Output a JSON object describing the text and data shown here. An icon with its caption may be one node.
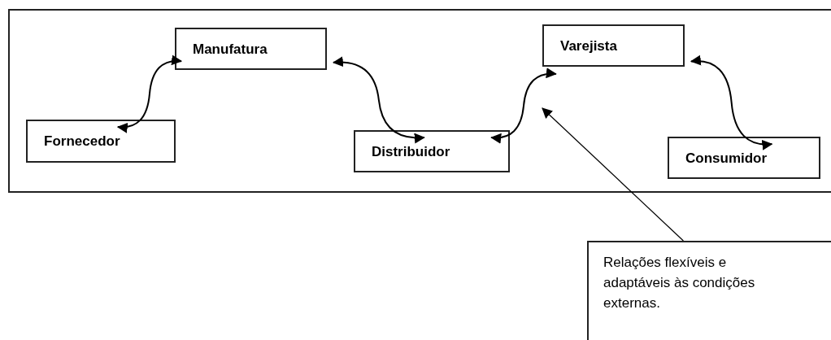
{
  "diagram": {
    "nodes": [
      {
        "text": [],
        "shape": "box"
      },
      {
        "text": [
          "Manufatura"
        ],
        "in": 0
      },
      {
        "text": [
          "Varejista"
        ],
        "in": 0
      },
      {
        "text": [
          "Fornecedor"
        ],
        "in": 0
      },
      {
        "text": [
          "Distribuidor"
        ],
        "in": 0
      },
      {
        "text": [
          "Consumidor"
        ],
        "in": 0
      },
      {
        "text": [
          "Relações flexíveis e adaptáveis às condições externas."
        ]
      }
    ],
    "edges": [
      {
        "from": 3,
        "to": 1,
        "arrow": "both"
      },
      {
        "from": 1,
        "to": 4,
        "arrow": "both"
      },
      {
        "from": 4,
        "to": 2,
        "arrow": "both"
      },
      {
        "from": 2,
        "to": 5,
        "arrow": "both"
      },
      {
        "from": 6,
        "to": null,
        "arrow": "to"
      }
    ]
  }
}
